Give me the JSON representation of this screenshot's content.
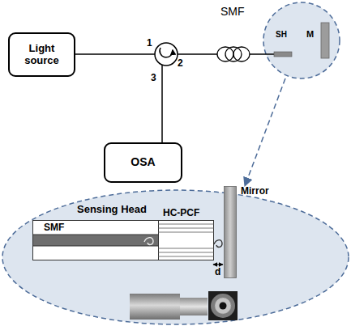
{
  "diagram": {
    "nodes": [
      {
        "text": [
          "Light source"
        ]
      },
      {
        "text": [
          "OSA"
        ]
      },
      {
        "text": [
          "Sensing Head"
        ]
      },
      {
        "text": [
          "SMF"
        ],
        "in": 2
      },
      {
        "text": [
          "HC-PCF"
        ],
        "in": 2
      },
      {
        "text": [
          "Mirror"
        ],
        "in": 2
      }
    ],
    "labels": [
      "1",
      "2",
      "3",
      "SMF",
      "SH",
      "M",
      "d"
    ]
  }
}
